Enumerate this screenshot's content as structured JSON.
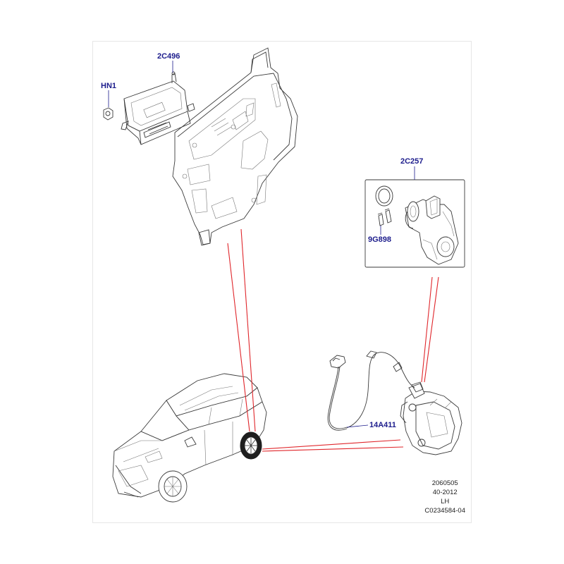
{
  "callouts": {
    "module": "2C496",
    "nut": "HN1",
    "motor_kit": "2C257",
    "bolts": "9G898",
    "sensor": "14A411"
  },
  "reference": {
    "line1": "2060505",
    "line2": "40-2012",
    "line3": "LH",
    "line4": "C0234584-04"
  },
  "colors": {
    "callout_text": "#1c1c8c",
    "indicator_line": "#e0262b",
    "drawing_line": "#3a3a3a"
  }
}
